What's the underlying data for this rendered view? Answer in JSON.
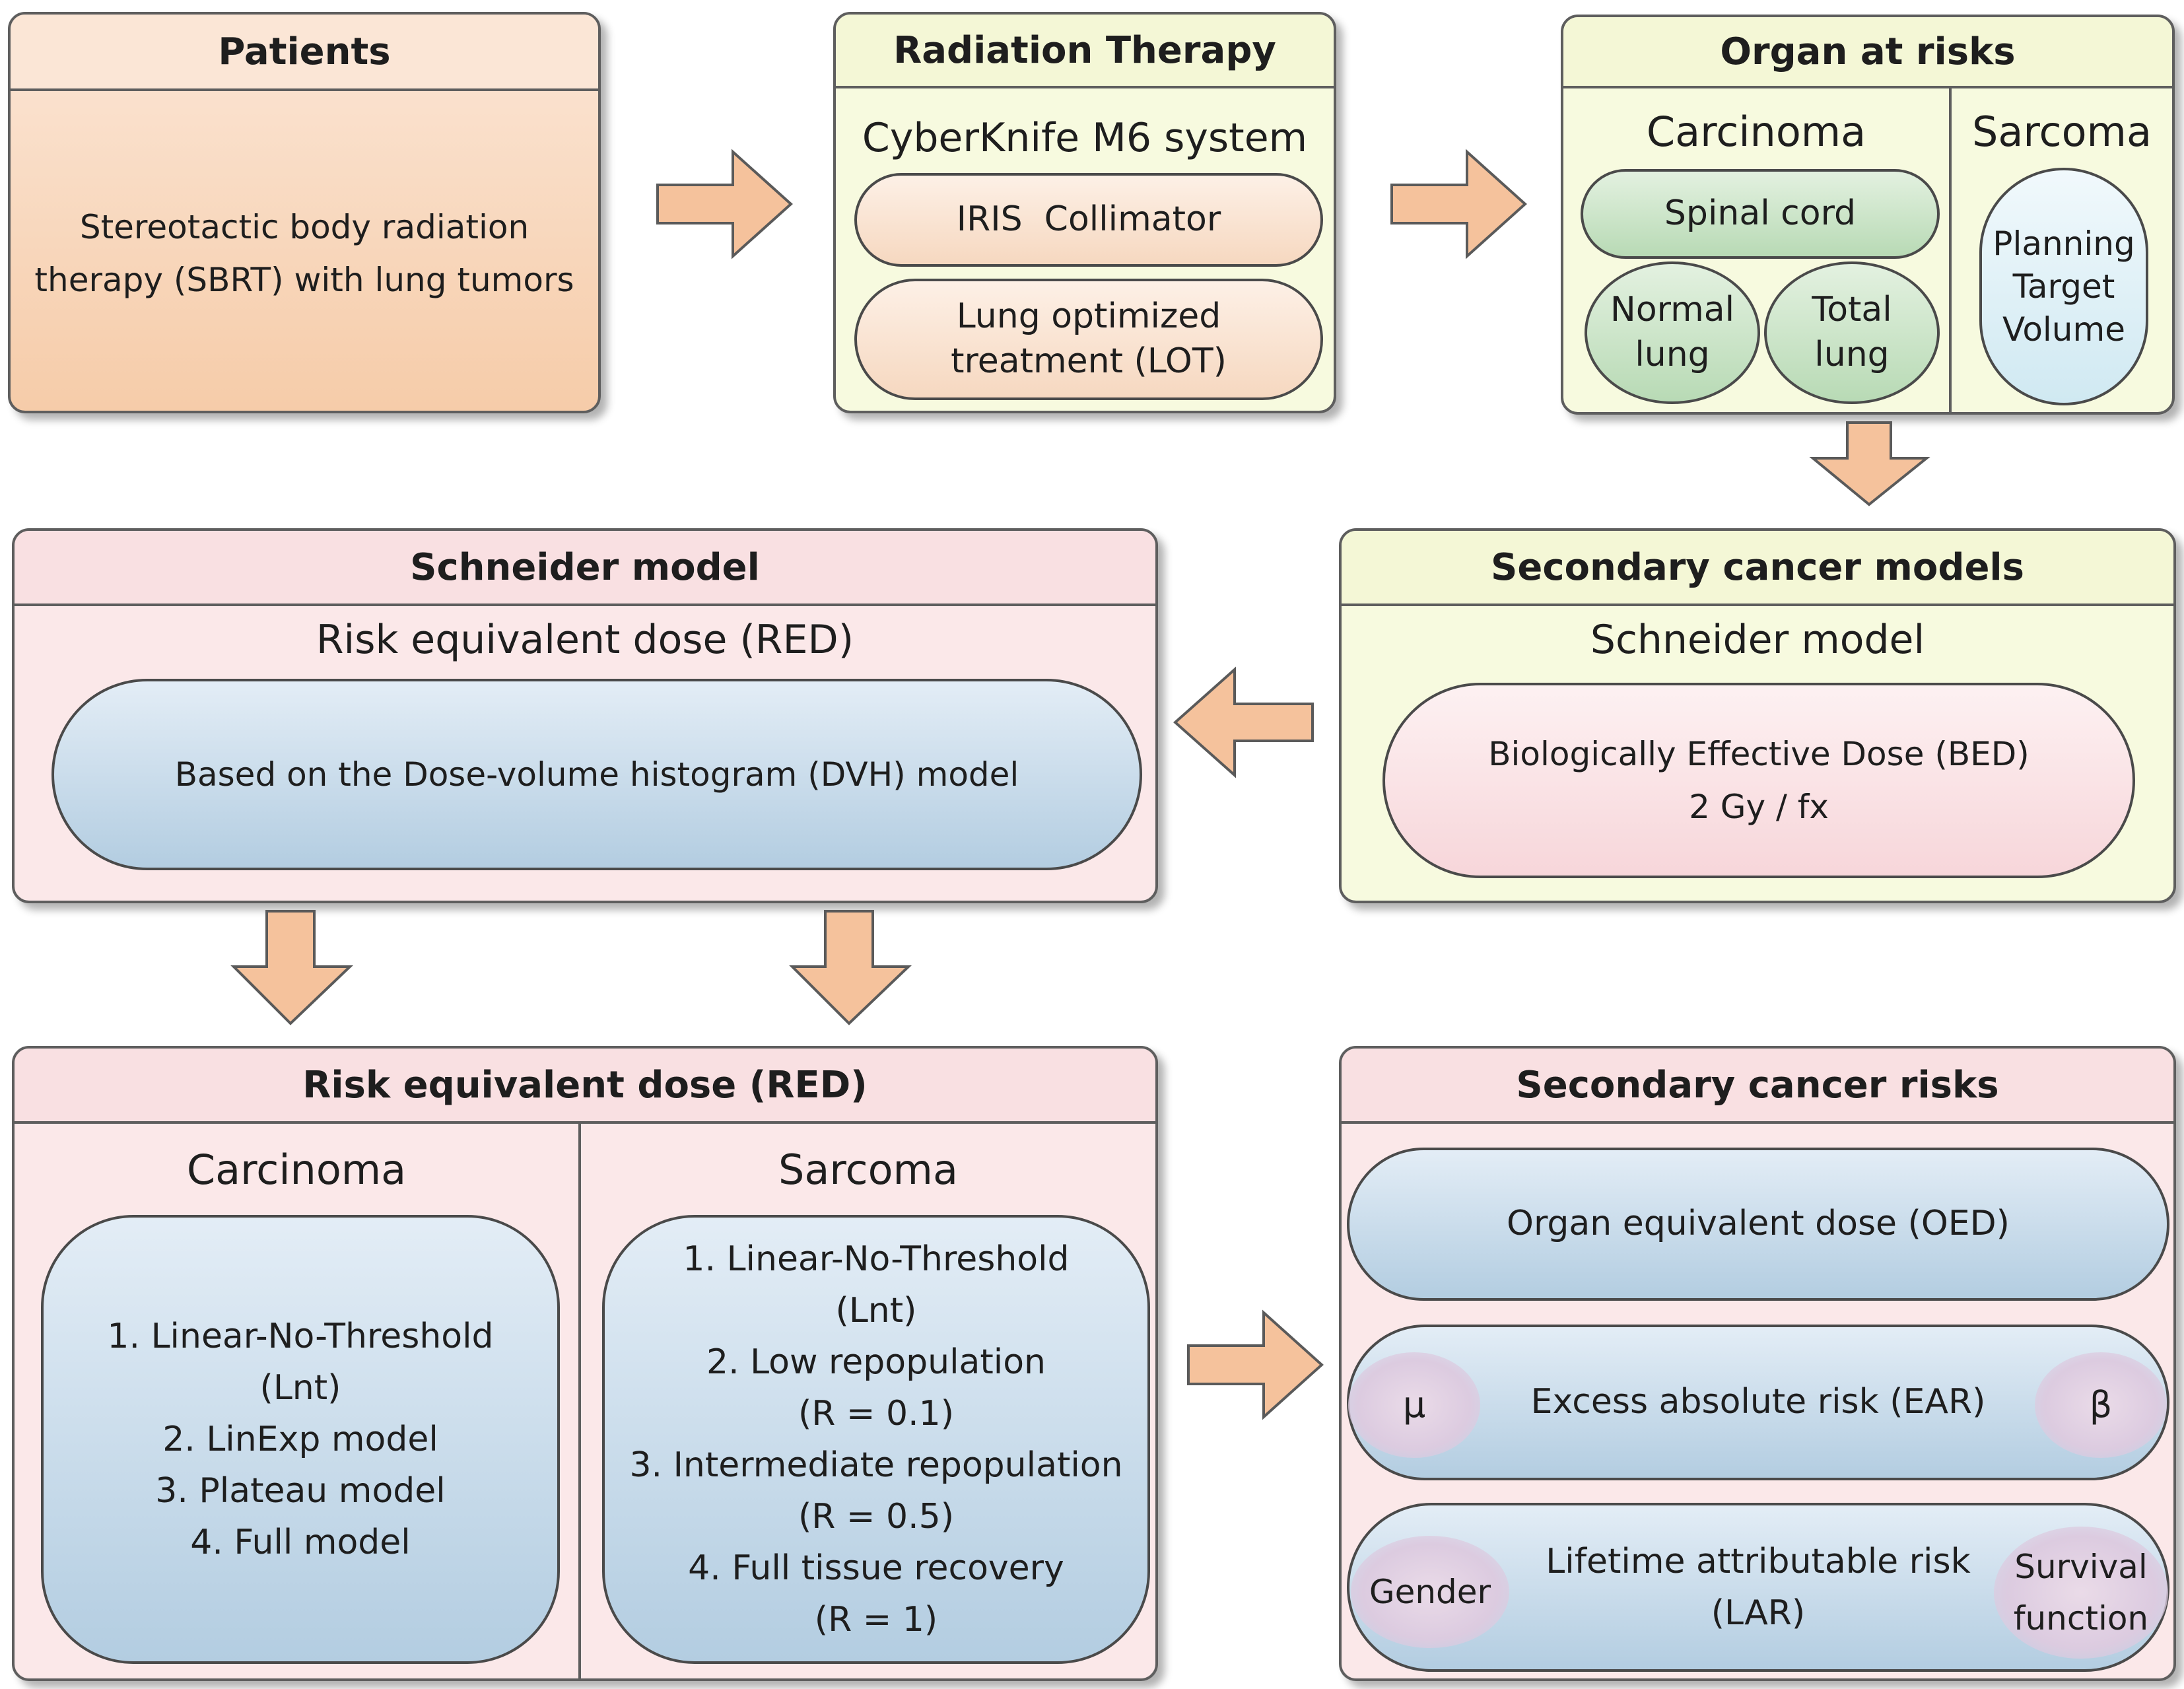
{
  "patients": {
    "title": "Patients",
    "body_line1": "Stereotactic body radiation",
    "body_line2": "therapy (SBRT) with lung tumors"
  },
  "radiation": {
    "title": "Radiation Therapy",
    "system": "CyberKnife M6 system",
    "iris": "IRIS  Collimator",
    "lot_line1": "Lung optimized",
    "lot_line2": "treatment (LOT)"
  },
  "organ": {
    "title": "Organ at risks",
    "carcinoma": "Carcinoma",
    "sarcoma": "Sarcoma",
    "spinal": "Spinal cord",
    "normal_line1": "Normal",
    "normal_line2": "lung",
    "total_line1": "Total",
    "total_line2": "lung",
    "ptv_line1": "Planning",
    "ptv_line2": "Target",
    "ptv_line3": "Volume"
  },
  "secondary_models": {
    "title": "Secondary cancer models",
    "subtitle": "Schneider model",
    "bed_line1": "Biologically Effective Dose (BED)",
    "bed_line2": "2 Gy / fx"
  },
  "schneider": {
    "title": "Schneider model",
    "subtitle": "Risk equivalent dose (RED)",
    "dvh": "Based on the Dose-volume histogram (DVH) model"
  },
  "red": {
    "title": "Risk equivalent dose (RED)",
    "carcinoma": "Carcinoma",
    "sarcoma": "Sarcoma",
    "carc_items": [
      "1. Linear-No-Threshold",
      "(Lnt)",
      "2. LinExp model",
      "3. Plateau model",
      "4. Full model"
    ],
    "sarc_items": [
      "1. Linear-No-Threshold",
      "(Lnt)",
      "2. Low repopulation",
      "(R = 0.1)",
      "3. Intermediate repopulation",
      "(R = 0.5)",
      "4. Full tissue recovery",
      "(R = 1)"
    ]
  },
  "risks": {
    "title": "Secondary cancer risks",
    "oed": "Organ equivalent dose (OED)",
    "ear": "Excess absolute risk (EAR)",
    "mu": "μ",
    "beta": "β",
    "lar_line1": "Lifetime attributable risk",
    "lar_line2": "(LAR)",
    "gender": "Gender",
    "survival_line1": "Survival",
    "survival_line2": "function"
  },
  "colors": {
    "arrow_fill": "#f5c29c",
    "arrow_stroke": "#5a5a5a"
  }
}
